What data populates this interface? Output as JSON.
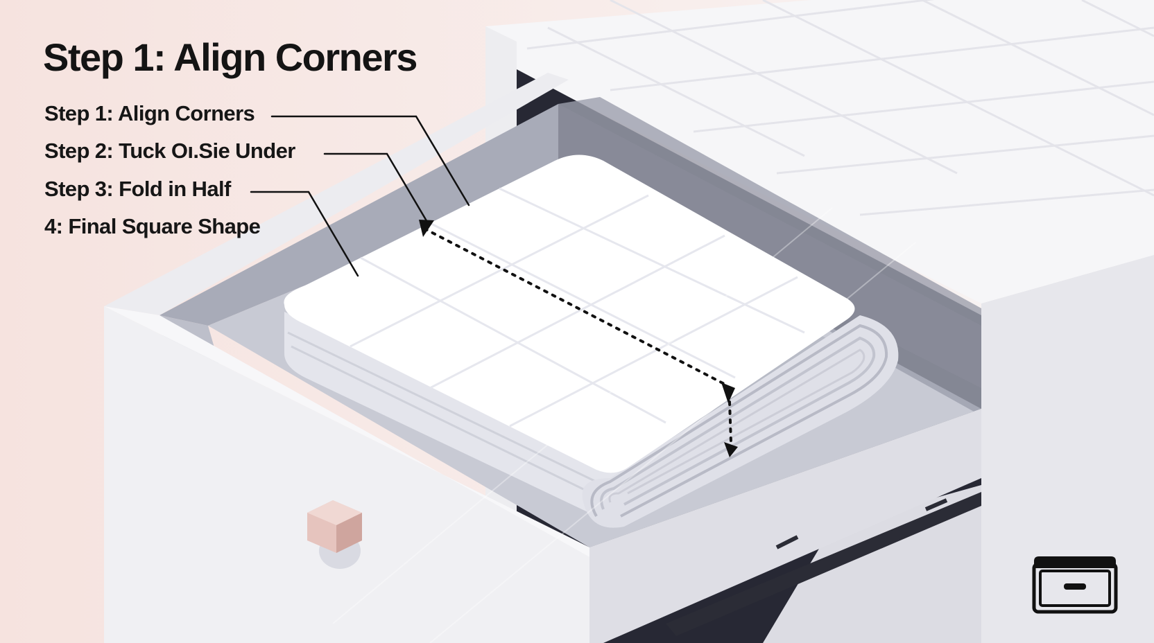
{
  "title": "Step 1: Align Corners",
  "steps": [
    "Step 1: Align Corners",
    "Step 2: Tuck Oı.Sie Under",
    "Step 3: Fold in Half",
    "4: Final Square Shape"
  ],
  "icons": {
    "corner_badge": "drawer-icon"
  },
  "colors": {
    "background": "#f7e9e6",
    "drawer": "#f1f1f3",
    "drawer_shadow": "#a3a6b4",
    "cavity_dark": "#272834",
    "towel": "#ffffff",
    "towel_edge": "#d3d5de",
    "knob": "#e8c9c3",
    "leader_lines": "#111111"
  }
}
